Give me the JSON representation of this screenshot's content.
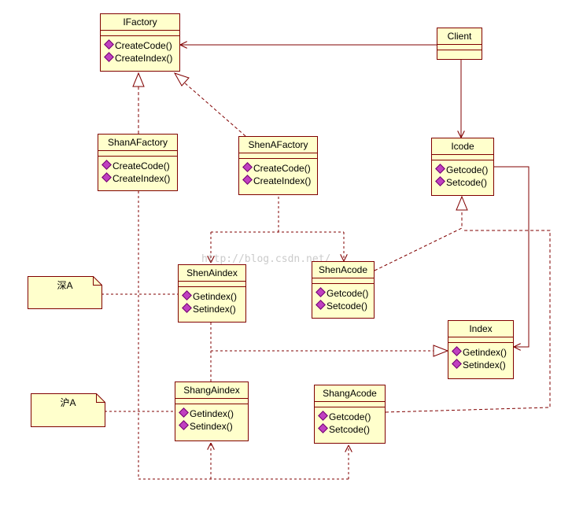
{
  "classes": [
    {
      "id": "ifactory",
      "name": "IFactory",
      "ops": [
        "CreateCode()",
        "CreateIndex()"
      ]
    },
    {
      "id": "client",
      "name": "Client",
      "ops": []
    },
    {
      "id": "shanafactory",
      "name": "ShanAFactory",
      "ops": [
        "CreateCode()",
        "CreateIndex()"
      ]
    },
    {
      "id": "shenafactory",
      "name": "ShenAFactory",
      "ops": [
        "CreateCode()",
        "CreateIndex()"
      ]
    },
    {
      "id": "icode",
      "name": "Icode",
      "ops": [
        "Getcode()",
        "Setcode()"
      ]
    },
    {
      "id": "shenaindex",
      "name": "ShenAindex",
      "ops": [
        "Getindex()",
        "Setindex()"
      ]
    },
    {
      "id": "shenacode",
      "name": "ShenAcode",
      "ops": [
        "Getcode()",
        "Setcode()"
      ]
    },
    {
      "id": "index",
      "name": "Index",
      "ops": [
        "Getindex()",
        "Setindex()"
      ]
    },
    {
      "id": "shangaindex",
      "name": "ShangAindex",
      "ops": [
        "Getindex()",
        "Setindex()"
      ]
    },
    {
      "id": "shangacode",
      "name": "ShangAcode",
      "ops": [
        "Getcode()",
        "Setcode()"
      ]
    }
  ],
  "notes": {
    "shen": "深A",
    "hu": "沪A"
  },
  "watermark": "http://blog.csdn.net/",
  "colors": {
    "line": "#800000",
    "fill": "#ffffcc",
    "op_icon": "#c040c0"
  }
}
